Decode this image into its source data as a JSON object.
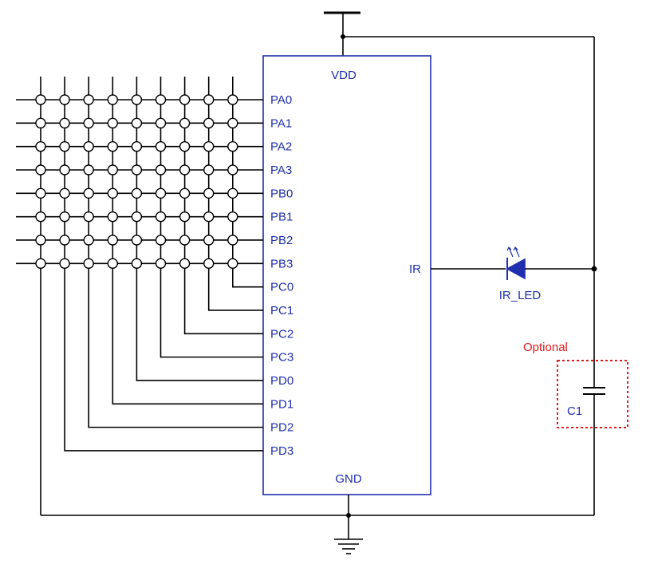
{
  "chip": {
    "vdd_label": "VDD",
    "gnd_label": "GND",
    "ir_label": "IR",
    "left_pins": [
      "PA0",
      "PA1",
      "PA2",
      "PA3",
      "PB0",
      "PB1",
      "PB2",
      "PB3",
      "PC0",
      "PC1",
      "PC2",
      "PC3",
      "PD0",
      "PD1",
      "PD2",
      "PD3"
    ]
  },
  "led": {
    "label": "IR_LED"
  },
  "capacitor": {
    "label": "C1",
    "optional_label": "Optional"
  },
  "keypad": {
    "rows": 8,
    "columns": 9
  },
  "colors": {
    "chip": "#1f2fae",
    "wire": "#000000",
    "optional": "#e0191b"
  }
}
